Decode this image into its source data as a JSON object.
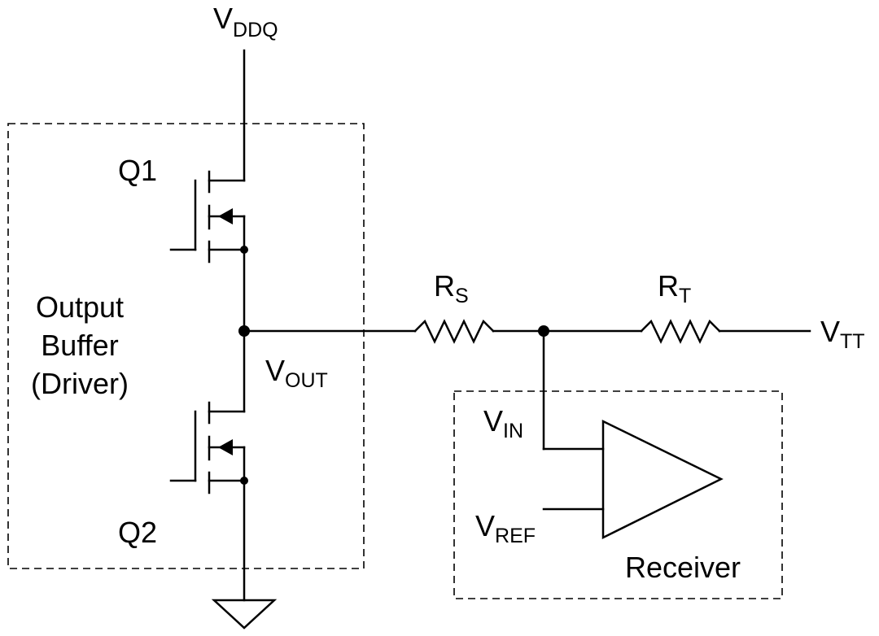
{
  "labels": {
    "vddq": {
      "main": "V",
      "sub": "DDQ"
    },
    "q1": "Q1",
    "q2": "Q2",
    "output_buffer": [
      "Output",
      "Buffer",
      "(Driver)"
    ],
    "vout": {
      "main": "V",
      "sub": "OUT"
    },
    "rs": {
      "main": "R",
      "sub": "S"
    },
    "rt": {
      "main": "R",
      "sub": "T"
    },
    "vtt": {
      "main": "V",
      "sub": "TT"
    },
    "vin": {
      "main": "V",
      "sub": "IN"
    },
    "vref": {
      "main": "V",
      "sub": "REF"
    },
    "receiver": "Receiver"
  }
}
